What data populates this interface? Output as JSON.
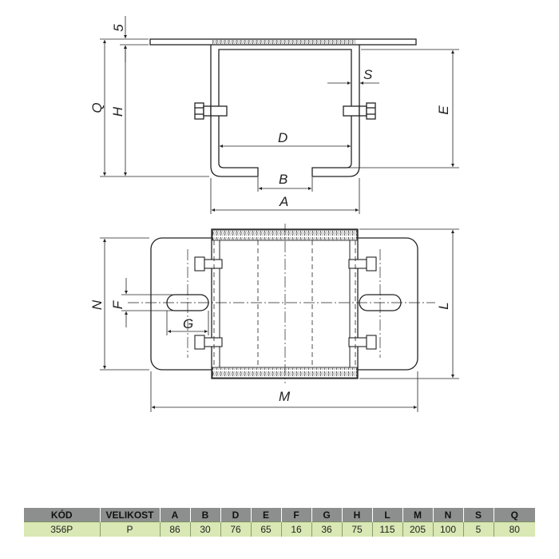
{
  "drawing_labels": {
    "s_top": "5",
    "q": "Q",
    "h": "H",
    "s": "S",
    "e": "E",
    "d": "D",
    "b": "B",
    "a": "A",
    "n": "N",
    "f": "F",
    "g": "G",
    "l": "L",
    "m": "M"
  },
  "table": {
    "headers": [
      "KÓD",
      "VELIKOST",
      "A",
      "B",
      "D",
      "E",
      "F",
      "G",
      "H",
      "L",
      "M",
      "N",
      "S",
      "Q"
    ],
    "row": [
      "356P",
      "P",
      "86",
      "30",
      "76",
      "65",
      "16",
      "36",
      "75",
      "115",
      "205",
      "100",
      "5",
      "80"
    ]
  }
}
